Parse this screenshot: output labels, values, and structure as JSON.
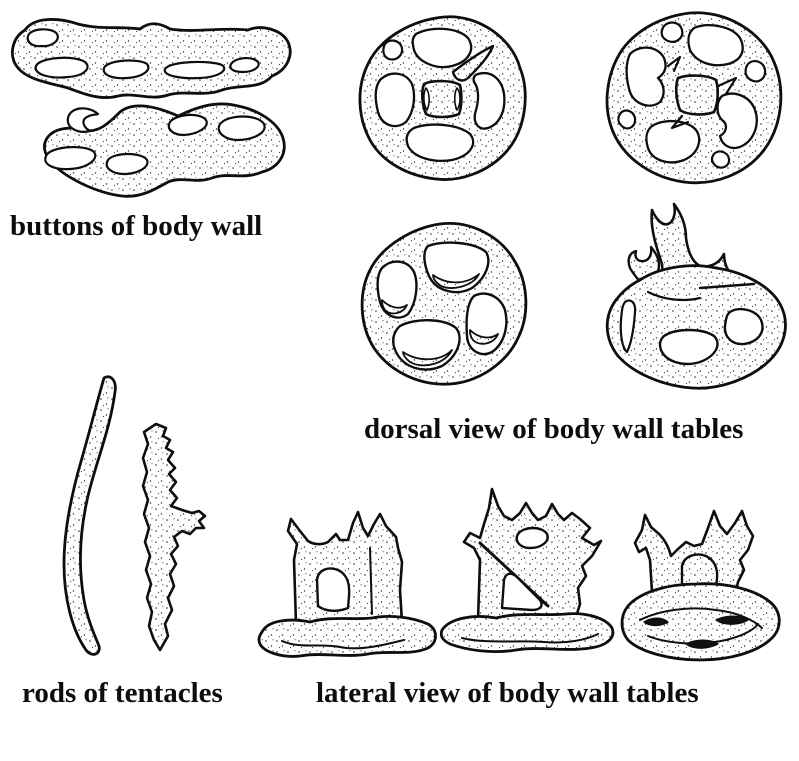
{
  "page": {
    "background_color": "#ffffff",
    "ink_color": "#0d0d0d"
  },
  "figure": {
    "type": "scientific-plate",
    "subject": "holothurian ossicles line drawings",
    "groups": [
      {
        "id": "buttons",
        "label": "buttons of body wall",
        "drawings": 2
      },
      {
        "id": "dorsal-tables",
        "label": "dorsal view of body wall tables",
        "drawings": 4
      },
      {
        "id": "rods",
        "label": "rods of tentacles",
        "drawings": 2
      },
      {
        "id": "lateral-tables",
        "label": "lateral view of body wall tables",
        "drawings": 3
      }
    ]
  }
}
